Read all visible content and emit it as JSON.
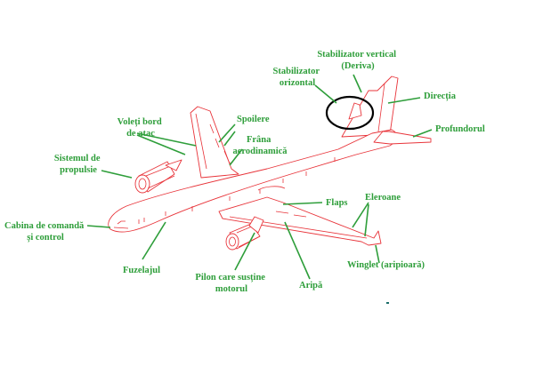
{
  "colors": {
    "label": "#2e9e3a",
    "outline": "#e8343a",
    "highlight": "#000000",
    "background": "#ffffff"
  },
  "labels": {
    "vertical_stabilizer": [
      "Stabilizator vertical",
      "(Deriva)"
    ],
    "horizontal_stabilizer": [
      "Stabilizator",
      "orizontal"
    ],
    "rudder": "Direcția",
    "elevator": "Profundorul",
    "spoilers": "Spoilere",
    "leading_edge_flaps": [
      "Voleți bord",
      "de atac"
    ],
    "airbrake": [
      "Frâna",
      "aerodinamică"
    ],
    "propulsion": [
      "Sistemul de",
      "propulsie"
    ],
    "cockpit": [
      "Cabina de comandă",
      "și control"
    ],
    "flaps": "Flaps",
    "ailerons": "Eleroane",
    "fuselage": "Fuzelajul",
    "pylon": [
      "Pilon care susține",
      "motorul"
    ],
    "wing": "Aripă",
    "winglet": "Winglet (aripioară)"
  }
}
